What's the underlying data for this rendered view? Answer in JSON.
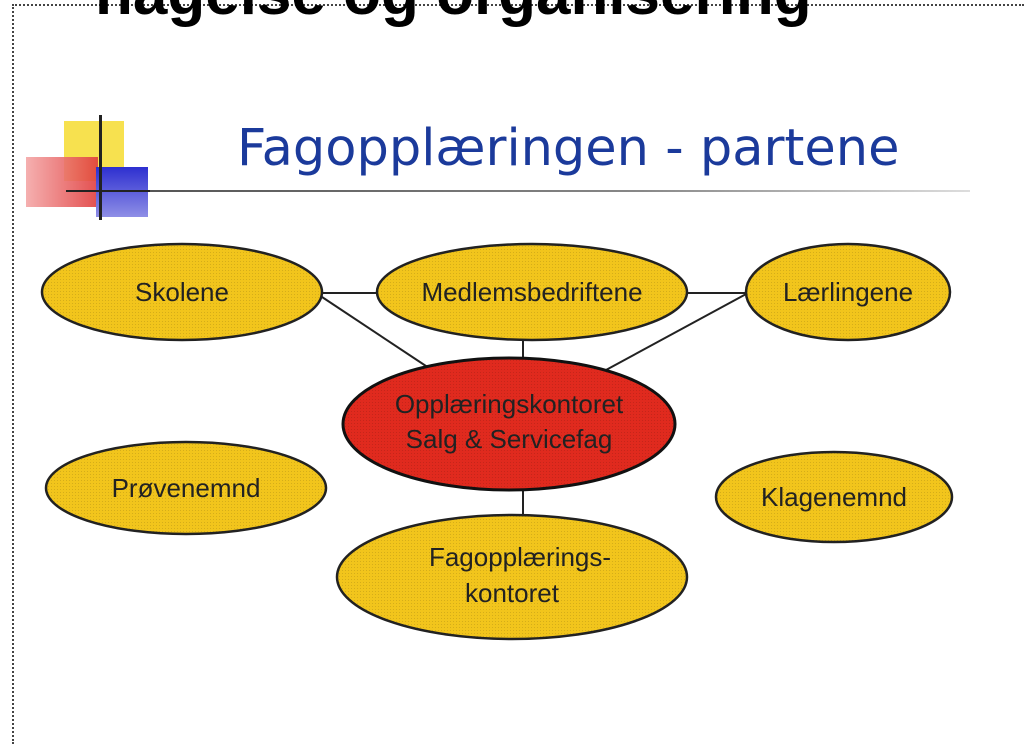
{
  "heading_cut": "nagelse og organisering",
  "title": "Fagopplæringen - partene",
  "nodes": {
    "skolene": "Skolene",
    "medlemsbedriftene": "Medlemsbedriftene",
    "laerlingene": "Lærlingene",
    "center_line1": "Opplæringskontoret",
    "center_line2": "Salg & Servicefag",
    "provenemnd": "Prøvenemnd",
    "klagenemnd": "Klagenemnd",
    "fagopplaering_line1": "Fagopplærings-",
    "fagopplaering_line2": "kontoret"
  },
  "colors": {
    "title": "#1b3a9b",
    "node_fill": "#f2c51c",
    "center_fill": "#e02a1e",
    "stroke": "#222222"
  }
}
